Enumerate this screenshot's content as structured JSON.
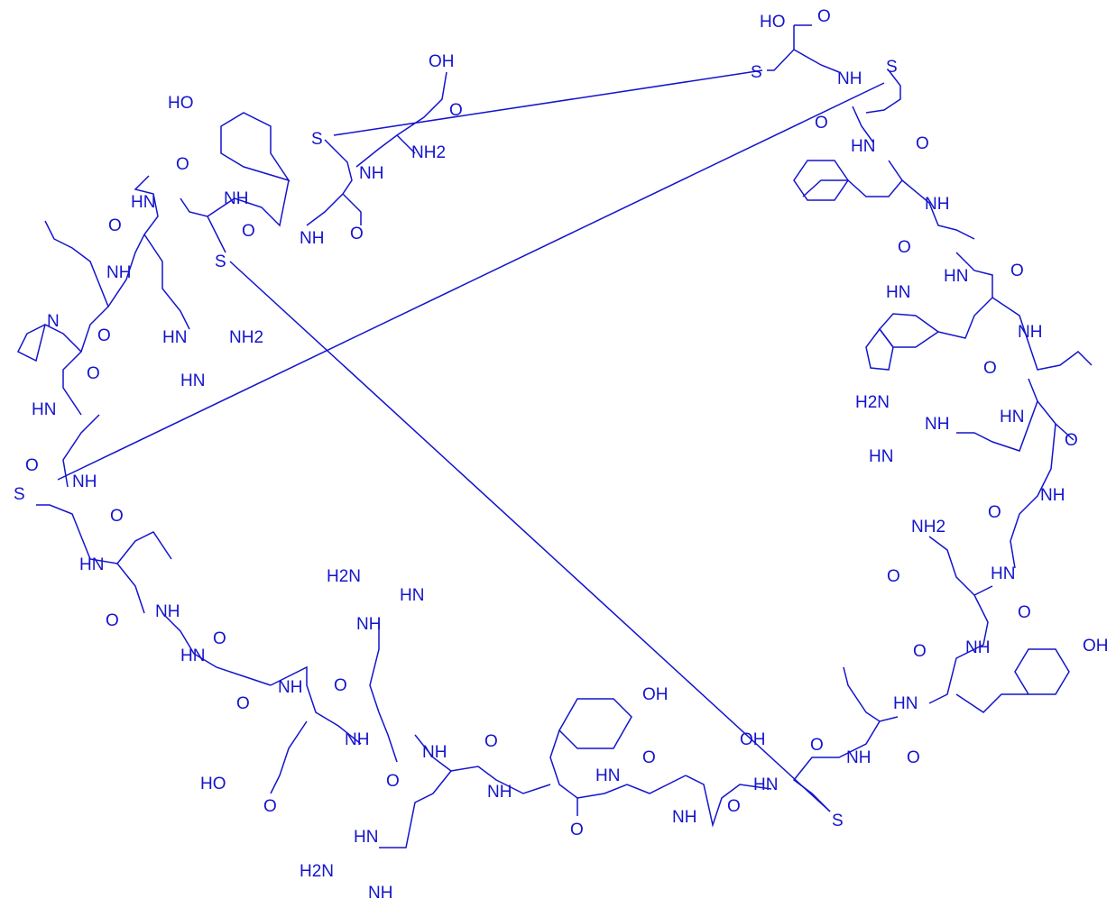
{
  "structure_color": "#1414cc",
  "labels": {
    "oh_top_acid": "HO",
    "o_top_acid": "O",
    "s_cys_c": "S",
    "nh_cys_c": "NH",
    "s_cys_c2": "S",
    "o_cys_c2": "O",
    "hn_cys_c2": "HN",
    "o_phe": "O",
    "nh_phe": "NH",
    "o_ala_r": "O",
    "hn_ala_r": "HN",
    "o_trp": "O",
    "hn_indole": "HN",
    "nh_trp": "NH",
    "o_leu": "O",
    "hn_leu": "HN",
    "o_arg_r": "O",
    "h2n_guan_r": "H2N",
    "nh_guan_r": "NH",
    "hn_guan_r": "HN",
    "nh_arg_r": "NH",
    "o_gly_r": "O",
    "hn_gly_r": "HN",
    "h2n_gln": "NH2",
    "o_gln_amide": "O",
    "o_gln": "O",
    "nh_gln": "NH",
    "oh_tyr_r": "OH",
    "o_tyr_r": "O",
    "hn_tyr_r": "HN",
    "o_ile_r": "O",
    "nh_ile_r": "NH",
    "o_cys_b": "O",
    "s_cys_b": "S",
    "hn_cys_b": "HN",
    "oh_thr": "OH",
    "o_thr": "O",
    "nh_thr": "NH",
    "o_gly_b": "O",
    "hn_gly_b": "HN",
    "o_tyr_b": "O",
    "oh_tyr_b": "OH",
    "nh_tyr_b": "NH",
    "o_arg_b": "O",
    "nh_arg_b": "NH",
    "hn_guan_b": "HN",
    "h2n_guan_b": "H2N",
    "nh_guan_b": "NH",
    "o_arg_b2": "O",
    "nh_arg_b2": "NH",
    "nh_guan_b2": "NH",
    "h2n_guan_b2": "H2N",
    "hn_guan_b2": "HN",
    "o_glu": "O",
    "ho_glu": "HO",
    "o_glu_side": "O",
    "nh_glu": "NH",
    "o_gly_l": "O",
    "hn_gly_l": "HN",
    "o_ala_l": "O",
    "nh_ala_l": "NH",
    "o_ile_l": "O",
    "hn_ile_l": "HN",
    "o_cys_l": "O",
    "nh_cys_l": "NH",
    "s_cys_l": "S",
    "o_ala_l2": "O",
    "hn_ala_l2": "HN",
    "o_pro": "O",
    "n_pro": "N",
    "o_ile_tl": "O",
    "nh_ile_tl": "NH",
    "o_arg_tl": "O",
    "hn_arg_tl": "HN",
    "hn_guan_tl": "HN",
    "h2n_guan_tl": "NH2",
    "hn2_guan_tl": "HN",
    "o_cys_t": "O",
    "nh_cys_t": "NH",
    "s_cys_t": "S",
    "ho_tyr_t": "HO",
    "o_tyr_t": "O",
    "nh_tyr_t": "NH",
    "s_cys_tc": "S",
    "o_cys_tc": "O",
    "nh_cys_tc": "NH",
    "oh_asp": "OH",
    "o_asp": "O",
    "nh2_asp": "NH2"
  }
}
